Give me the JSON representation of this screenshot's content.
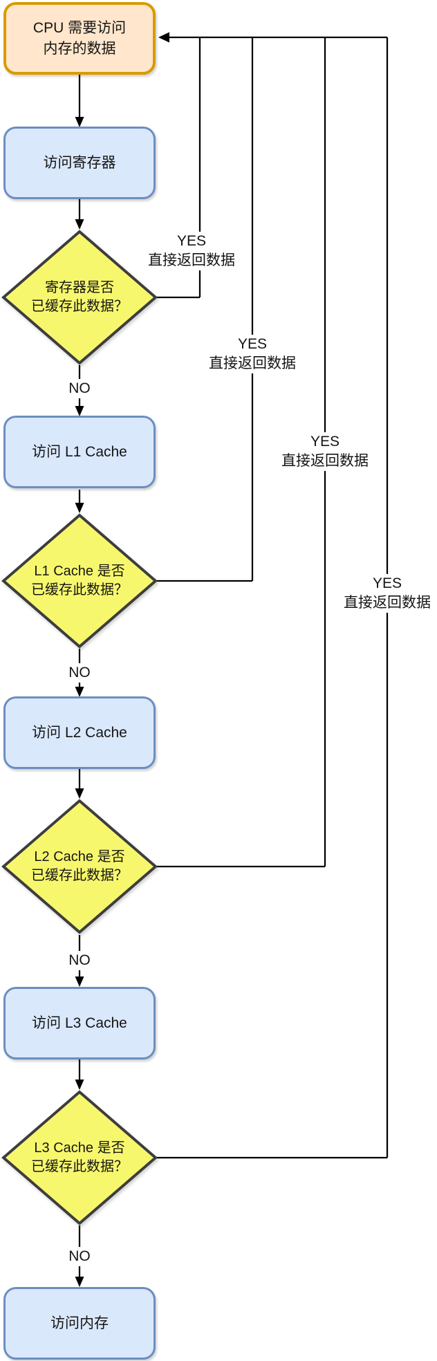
{
  "colors": {
    "background": "#FFFFFF",
    "start_fill": "#FFE6CC",
    "start_border": "#D79B00",
    "action_fill": "#DAE8FC",
    "action_border": "#6C8EBF",
    "decision_fill": "#F7F76E",
    "decision_border": "#3D3D3D",
    "line": "#000000"
  },
  "flow": {
    "start": {
      "line1": "CPU 需要访问",
      "line2": "内存的数据"
    },
    "steps": [
      {
        "action": "访问寄存器",
        "decision_line1": "寄存器是否",
        "decision_line2": "已缓存此数据？",
        "yes": "YES",
        "yes_detail": "直接返回数据",
        "no": "NO"
      },
      {
        "action": "访问 L1 Cache",
        "decision_line1": "L1 Cache 是否",
        "decision_line2": "已缓存此数据？",
        "yes": "YES",
        "yes_detail": "直接返回数据",
        "no": "NO"
      },
      {
        "action": "访问 L2 Cache",
        "decision_line1": "L2 Cache 是否",
        "decision_line2": "已缓存此数据？",
        "yes": "YES",
        "yes_detail": "直接返回数据",
        "no": "NO"
      },
      {
        "action": "访问 L3 Cache",
        "decision_line1": "L3 Cache 是否",
        "decision_line2": "已缓存此数据？",
        "yes": "YES",
        "yes_detail": "直接返回数据",
        "no": "NO"
      }
    ],
    "final": {
      "action": "访问内存"
    }
  }
}
